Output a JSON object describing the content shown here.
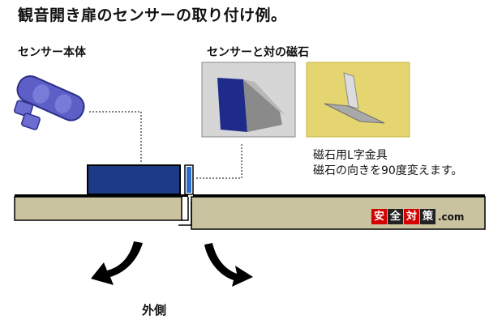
{
  "title": "観音開き扉のセンサーの取り付け例。",
  "labels": {
    "sensor_body": "センサー本体",
    "sensor_magnet": "センサーと対の磁石",
    "outside": "外側"
  },
  "note": {
    "line1": "磁石用L字金具",
    "line2": "磁石の向きを90度変えます。"
  },
  "logo": {
    "chars": [
      "安",
      "全",
      "対",
      "策"
    ],
    "domain": ".com"
  },
  "colors": {
    "sensor_blue": "#1c3a86",
    "door_fill": "#c9c3a0",
    "outline": "#000000"
  }
}
